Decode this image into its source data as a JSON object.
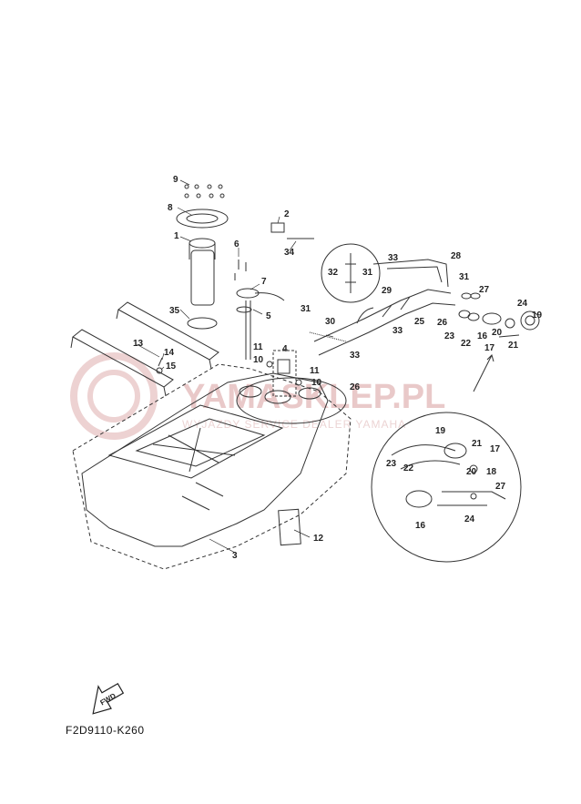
{
  "diagram": {
    "code": "F2D9110-K260",
    "fwd_label": "FWD",
    "watermark": {
      "main": "YAMASKLEP.PL",
      "sub": "WYJAZDY SERVICE DEALER YAMAHA"
    },
    "colors": {
      "line": "#333333",
      "watermark": "#e8c4c4"
    },
    "part_labels": [
      "1",
      "2",
      "3",
      "4",
      "5",
      "6",
      "7",
      "8",
      "9",
      "10",
      "11",
      "12",
      "13",
      "14",
      "15",
      "16",
      "17",
      "18",
      "19",
      "20",
      "21",
      "22",
      "23",
      "24",
      "25",
      "26",
      "27",
      "28",
      "29",
      "30",
      "31",
      "32",
      "33",
      "34",
      "35"
    ],
    "callouts": {
      "l1": "1",
      "l2": "2",
      "l3": "3",
      "l4": "4",
      "l5": "5",
      "l6": "6",
      "l7": "7",
      "l8": "8",
      "l9": "9",
      "l10a": "10",
      "l10b": "10",
      "l11a": "11",
      "l11b": "11",
      "l12": "12",
      "l13": "13",
      "l14": "14",
      "l15": "15",
      "l16a": "16",
      "l16b": "16",
      "l17a": "17",
      "l17b": "17",
      "l18": "18",
      "l19a": "19",
      "l19b": "19",
      "l20a": "20",
      "l20b": "20",
      "l21a": "21",
      "l21b": "21",
      "l22a": "22",
      "l22b": "22",
      "l23a": "23",
      "l23b": "23",
      "l24a": "24",
      "l24b": "24",
      "l25": "25",
      "l26a": "26",
      "l26b": "26",
      "l27a": "27",
      "l27b": "27",
      "l28": "28",
      "l29": "29",
      "l30": "30",
      "l31a": "31",
      "l31b": "31",
      "l31c": "31",
      "l32": "32",
      "l33a": "33",
      "l33b": "33",
      "l33c": "33",
      "l34": "34",
      "l35": "35"
    }
  }
}
